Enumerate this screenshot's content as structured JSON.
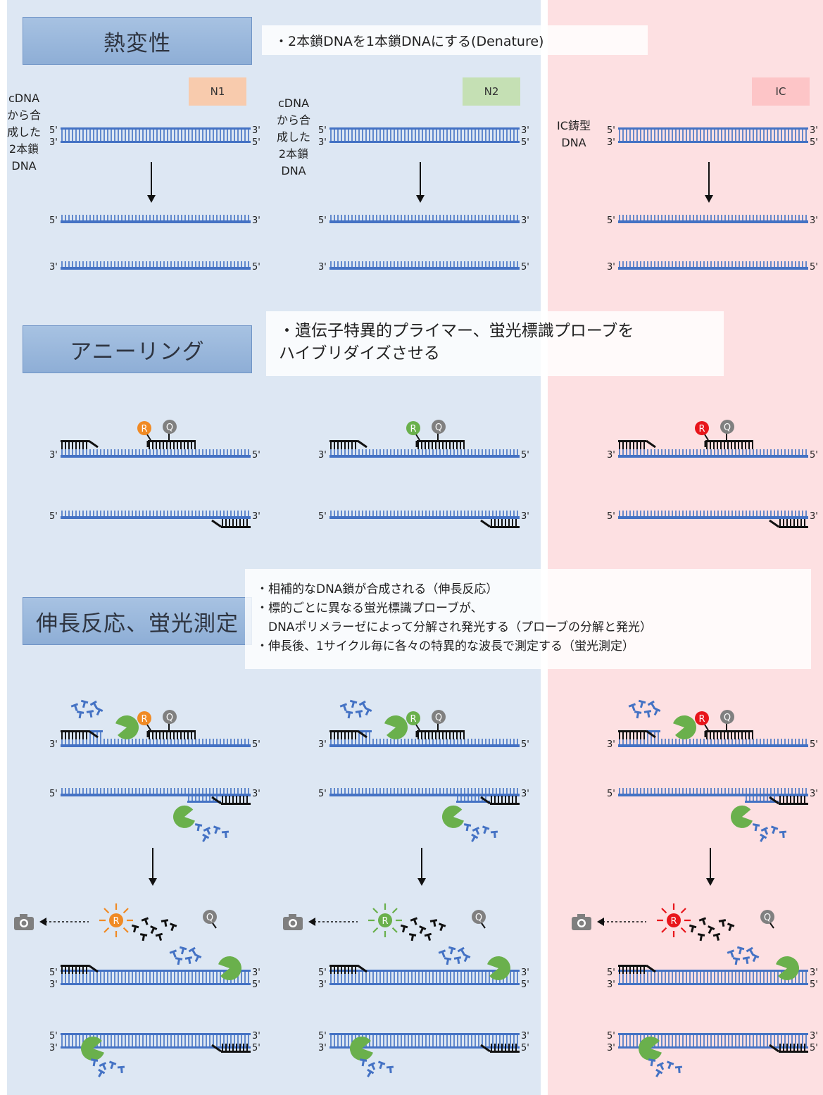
{
  "sections": {
    "denature": {
      "title": "熱変性",
      "note": [
        "・2本鎖DNAを1本鎖DNAにする(Denature)"
      ]
    },
    "annealing": {
      "title": "アニーリング",
      "note": [
        "・遺伝子特異的プライマー、蛍光標識プローブを",
        "ハイブリダイズさせる"
      ]
    },
    "extension": {
      "title": "伸長反応、蛍光測定",
      "note": [
        "・相補的なDNA鎖が合成される（伸長反応）",
        "・標的ごとに異なる蛍光標識プローブが、",
        "　DNAポリメラーゼによって分解され発光する（プローブの分解と発光）",
        "・伸長後、1サイクル毎に各々の特異的な波長で測定する（蛍光測定）"
      ]
    }
  },
  "columns": [
    {
      "tag": "N1",
      "source_lines": [
        "cDNA",
        "から合",
        "成した",
        "2本鎖",
        "DNA"
      ],
      "reporter_color": "#f08a24"
    },
    {
      "tag": "N2",
      "source_lines": [
        "cDNA",
        "から合",
        "成した",
        "2本鎖",
        "DNA"
      ],
      "reporter_color": "#6ab04c"
    },
    {
      "tag": "IC",
      "source_lines": [
        "IC鋳型",
        "DNA"
      ],
      "reporter_color": "#e8151b"
    }
  ],
  "labels": {
    "reporter": "R",
    "quencher": "Q",
    "end5": "5'",
    "end3": "3'"
  },
  "colors": {
    "left_panel": "#dde7f3",
    "right_panel": "#fde0e2",
    "tag_n1": "#f8cbad",
    "tag_n2": "#c5e0b4",
    "tag_ic": "#fdc5c7",
    "dna_strand": "#4472c4",
    "primer": "#111111",
    "quencher": "#808080",
    "polymerase": "#6ab04c"
  },
  "icons": {
    "camera": "camera-icon",
    "arrow": "arrow-down-icon",
    "polymerase": "polymerase-icon",
    "nucleotide": "nucleotide-icon"
  }
}
